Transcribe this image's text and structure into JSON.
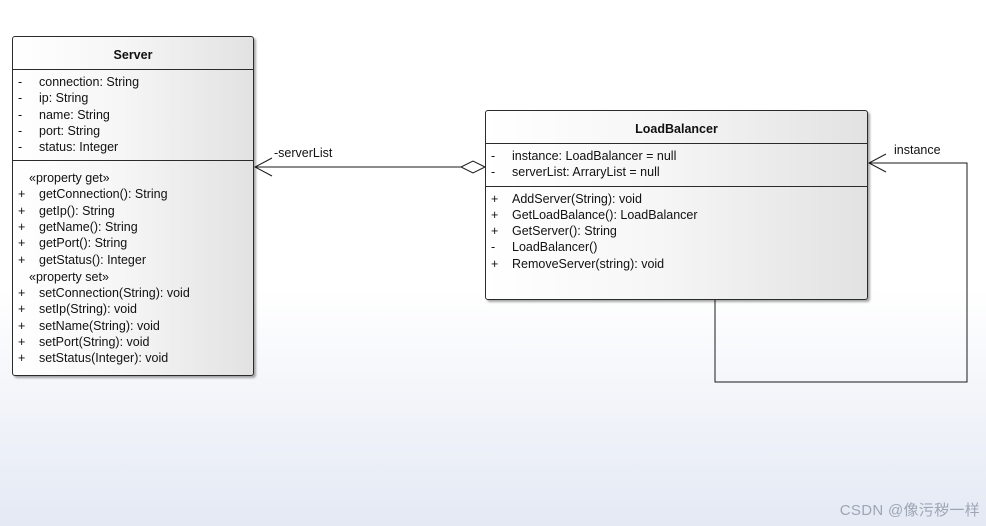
{
  "classes": {
    "server": {
      "name": "Server",
      "attributes": [
        {
          "vis": "-",
          "text": "connection: String"
        },
        {
          "vis": "-",
          "text": "ip: String"
        },
        {
          "vis": "-",
          "text": "name: String"
        },
        {
          "vis": "-",
          "text": "port: String"
        },
        {
          "vis": "-",
          "text": "status: Integer"
        }
      ],
      "getters_stereotype": "«property get»",
      "getters": [
        {
          "vis": "+",
          "text": "getConnection(): String"
        },
        {
          "vis": "+",
          "text": "getIp(): String"
        },
        {
          "vis": "+",
          "text": "getName(): String"
        },
        {
          "vis": "+",
          "text": "getPort(): String"
        },
        {
          "vis": "+",
          "text": "getStatus(): Integer"
        }
      ],
      "setters_stereotype": "«property set»",
      "setters": [
        {
          "vis": "+",
          "text": "setConnection(String): void"
        },
        {
          "vis": "+",
          "text": "setIp(String): void"
        },
        {
          "vis": "+",
          "text": "setName(String): void"
        },
        {
          "vis": "+",
          "text": "setPort(String): void"
        },
        {
          "vis": "+",
          "text": "setStatus(Integer): void"
        }
      ]
    },
    "loadbalancer": {
      "name": "LoadBalancer",
      "attributes": [
        {
          "vis": "-",
          "text": "instance: LoadBalancer = null"
        },
        {
          "vis": "-",
          "text": "serverList: ArraryList = null"
        }
      ],
      "operations": [
        {
          "vis": "+",
          "text": "AddServer(String): void"
        },
        {
          "vis": "+",
          "text": "GetLoadBalance(): LoadBalancer"
        },
        {
          "vis": "+",
          "text": "GetServer(): String"
        },
        {
          "vis": "-",
          "text": "LoadBalancer()"
        },
        {
          "vis": "+",
          "text": "RemoveServer(string): void"
        }
      ]
    }
  },
  "relations": {
    "aggregation": {
      "role": "-serverList",
      "from": "LoadBalancer",
      "to": "Server"
    },
    "self_association": {
      "role": "instance",
      "class": "LoadBalancer"
    }
  },
  "watermark": "CSDN @像污秽一样"
}
